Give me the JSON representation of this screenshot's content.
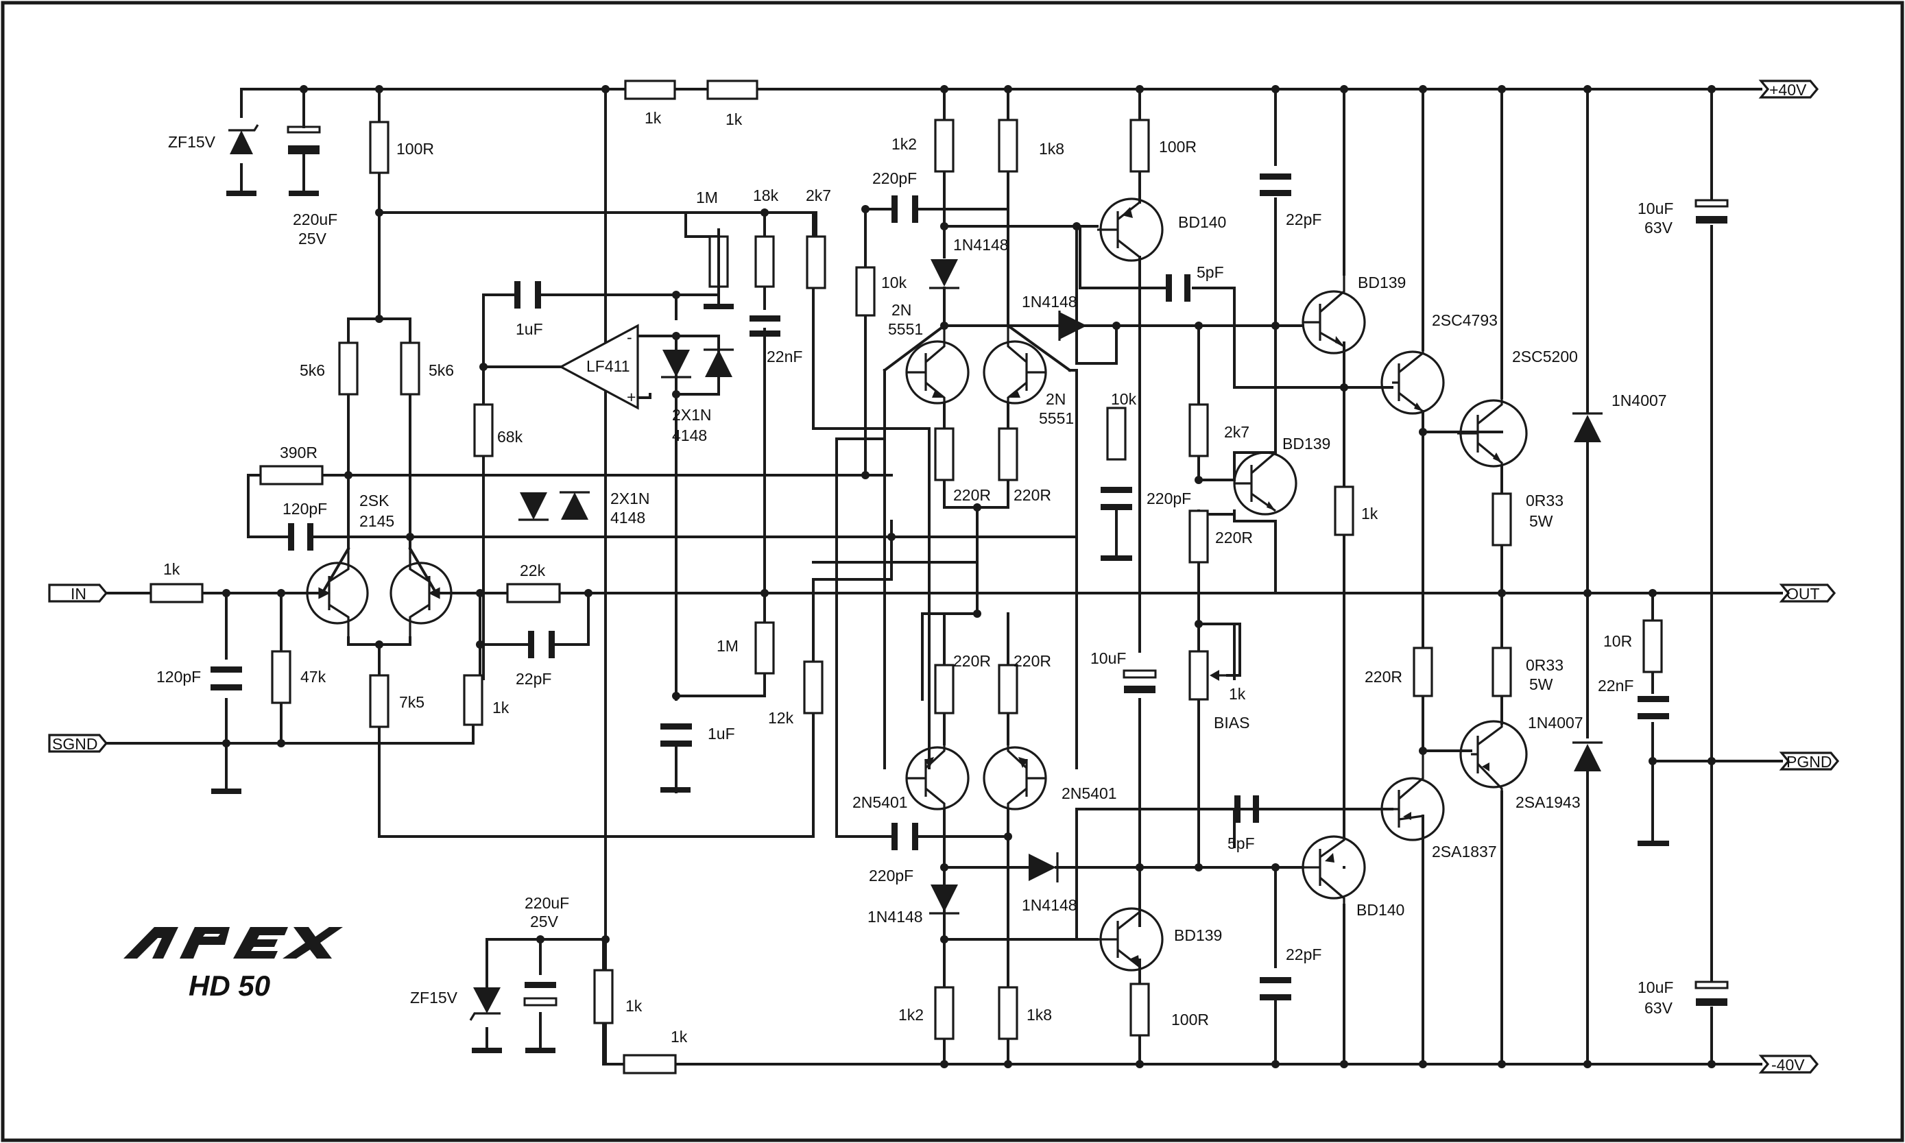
{
  "brand": {
    "logo": "APEX",
    "model": "HD 50"
  },
  "ports": {
    "vplus": "+40V",
    "vminus": "-40V",
    "input": "IN",
    "output": "OUT",
    "signal_ground": "SGND",
    "power_ground": "PGND"
  },
  "labels": {
    "zf_top": "ZF15V",
    "c_top_val": "220uF",
    "c_top_volt": "25V",
    "r100_top": "100R",
    "r1k_a": "1k",
    "r1k_b": "1k",
    "r1m_fb": "1M",
    "r18k": "18k",
    "r2k7_top": "2k7",
    "c1uf_top": "1uF",
    "opamp": "LF411",
    "opamp_minus": "-",
    "opamp_plus": "+",
    "c22nf": "22nF",
    "dz_a1": "2X1N",
    "dz_a2": "4148",
    "r5k6_l": "5k6",
    "r5k6_r": "5k6",
    "r68k": "68k",
    "r390": "390R",
    "c120_fb": "120pF",
    "jfet1": "2SK",
    "jfet2": "2145",
    "dz_b1": "2X1N",
    "dz_b2": "4148",
    "rin": "1k",
    "r22k": "22k",
    "c120_in": "120pF",
    "r47k": "47k",
    "r7k5": "7k5",
    "c22pf_fb": "22pF",
    "r1k_gnd": "1k",
    "r1m_low": "1M",
    "c1uf_low": "1uF",
    "r12k": "12k",
    "c220_top": "220pF",
    "r1k2_top": "1k2",
    "r1k8_top": "1k8",
    "d_top1": "1N4148",
    "r10k_a": "10k",
    "q2n_a": "2N",
    "q2n_b": "5551",
    "d_top2": "1N4148",
    "r10k_b": "10k",
    "q2n_c": "2N",
    "q2n_d": "5551",
    "r220_a": "220R",
    "r220_b": "220R",
    "r220_c": "220R",
    "r220_d": "220R",
    "q2n5401_l": "2N5401",
    "q2n5401_r": "2N5401",
    "c220_bot": "220pF",
    "d_bot1": "1N4148",
    "d_bot2": "1N4148",
    "r1k2_bot": "1k2",
    "r1k8_bot": "1k8",
    "r100_q1": "100R",
    "q_bd140_top": "BD140",
    "c5pf_top": "5pF",
    "c22pf_top": "22pF",
    "q_bd139_top": "BD139",
    "r2k7_bias": "2k7",
    "q_bd139_mid": "BD139",
    "c220_bias": "220pF",
    "r220_bias": "220R",
    "c10uf_mid": "10uF",
    "pot_bias": "1k",
    "bias": "BIAS",
    "r1k_drv": "1k",
    "q_bd139_bot": "BD139",
    "r100_bot": "100R",
    "c5pf_bot": "5pF",
    "q_bd140_bot": "BD140",
    "c22pf_bot": "22pF",
    "q_2sc4793": "2SC4793",
    "q_2sc5200": "2SC5200",
    "r0r33_a": "0R33",
    "r5w_a": "5W",
    "r220_drv": "220R",
    "r0r33_b": "0R33",
    "r5w_b": "5W",
    "q_2sa1837": "2SA1837",
    "q_2sa1943": "2SA1943",
    "d_1n4007_top": "1N4007",
    "d_1n4007_bot": "1N4007",
    "c10uf_top": "10uF",
    "c63v_top": "63V",
    "c10uf_bot": "10uF",
    "c63v_bot": "63V",
    "r10r": "10R",
    "c22nf_out": "22nF",
    "zf_bot": "ZF15V",
    "c_bot_val": "220uF",
    "c_bot_volt": "25V",
    "r1k_c": "1k",
    "r1k_d": "1k"
  }
}
